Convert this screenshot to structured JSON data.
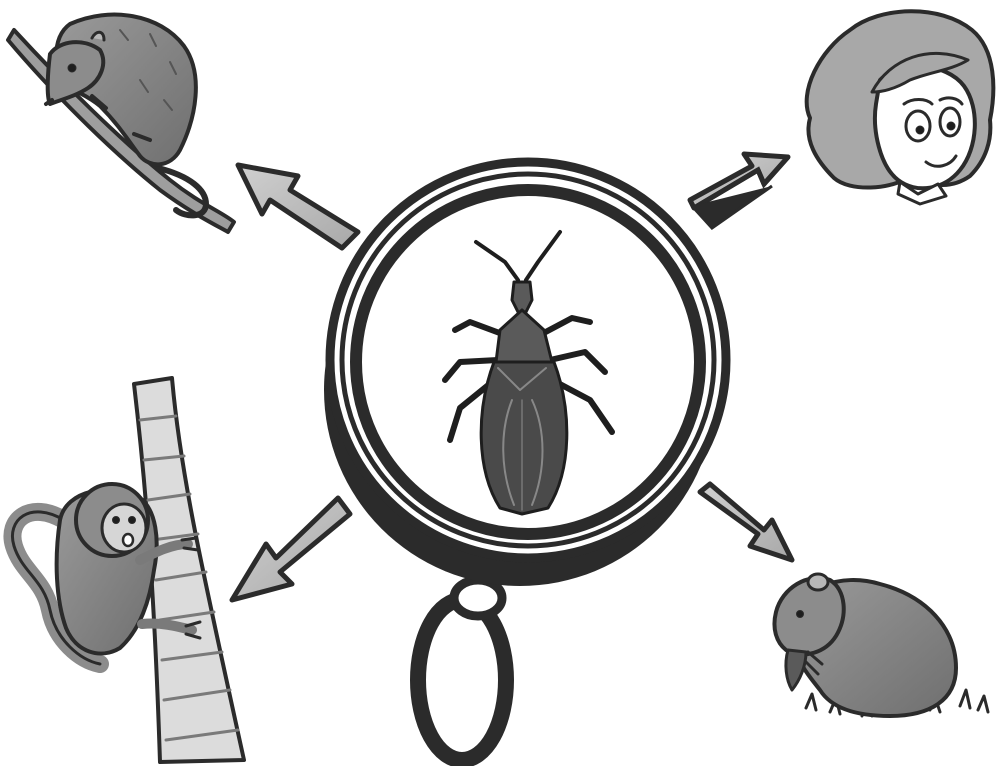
{
  "diagram": {
    "center": {
      "icon": "magnifying-glass-icon",
      "subject_icon": "kissing-bug-icon"
    },
    "hosts": [
      {
        "id": "opossum",
        "icon": "opossum-icon"
      },
      {
        "id": "girl",
        "icon": "human-girl-icon"
      },
      {
        "id": "monkey",
        "icon": "monkey-icon"
      },
      {
        "id": "rodent",
        "icon": "rodent-icon"
      }
    ],
    "arrows": [
      {
        "from": "center",
        "to": "opossum",
        "icon": "arrow-icon"
      },
      {
        "from": "center",
        "to": "girl",
        "icon": "arrow-icon"
      },
      {
        "from": "center",
        "to": "monkey",
        "icon": "arrow-icon"
      },
      {
        "from": "center",
        "to": "rodent",
        "icon": "arrow-icon"
      }
    ],
    "colors": {
      "ink": "#2b2b2b",
      "dark_fill": "#4a4a4a",
      "mid_fill": "#8f8f8f",
      "light_fill": "#bdbdbd",
      "paper": "#ffffff"
    }
  }
}
